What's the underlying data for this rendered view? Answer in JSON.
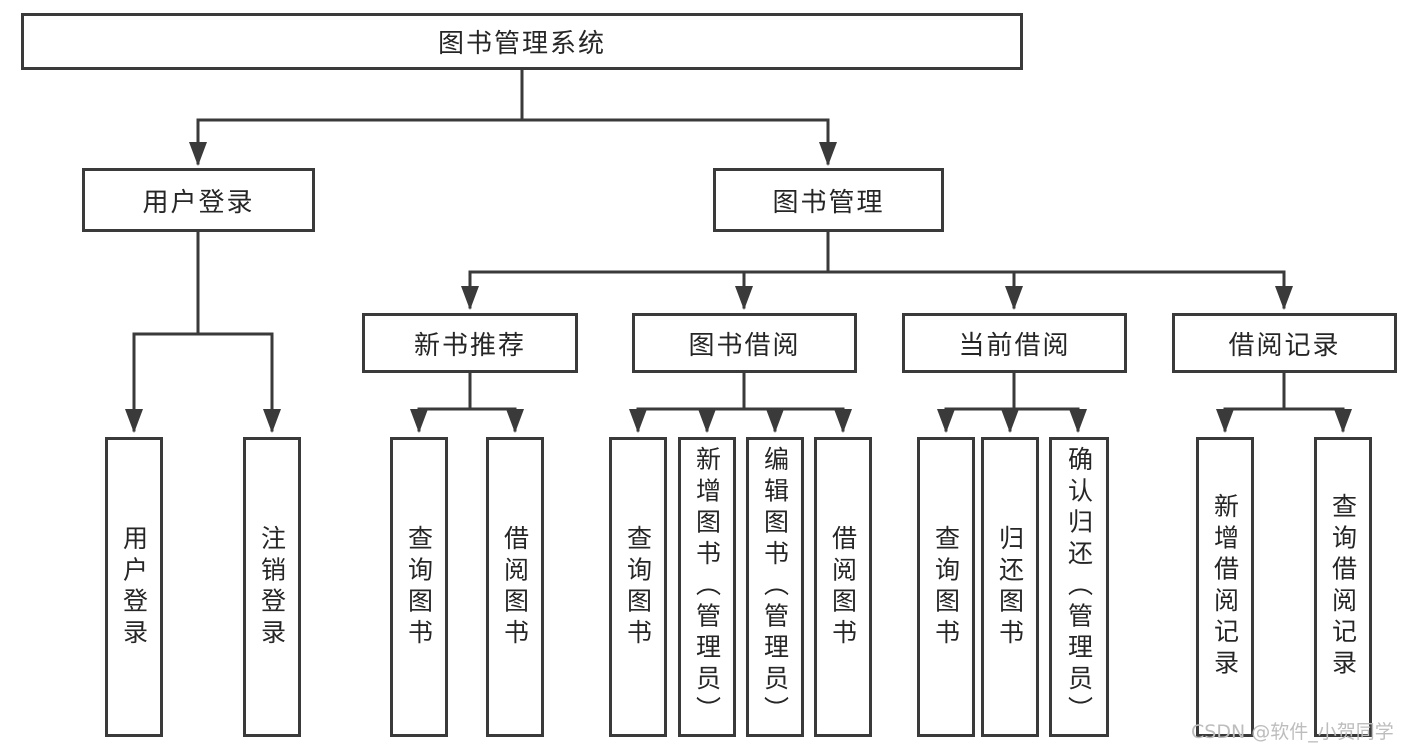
{
  "tree": {
    "root": {
      "label": "图书管理系统",
      "children": [
        {
          "label": "用户登录",
          "children": [
            {
              "label": "用户登录"
            },
            {
              "label": "注销登录"
            }
          ]
        },
        {
          "label": "图书管理",
          "children": [
            {
              "label": "新书推荐",
              "children": [
                {
                  "label": "查询图书"
                },
                {
                  "label": "借阅图书"
                }
              ]
            },
            {
              "label": "图书借阅",
              "children": [
                {
                  "label": "查询图书"
                },
                {
                  "label": "新增图书（管理员）"
                },
                {
                  "label": "编辑图书（管理员）"
                },
                {
                  "label": "借阅图书"
                }
              ]
            },
            {
              "label": "当前借阅",
              "children": [
                {
                  "label": "查询图书"
                },
                {
                  "label": "归还图书"
                },
                {
                  "label": "确认归还（管理员）"
                }
              ]
            },
            {
              "label": "借阅记录",
              "children": [
                {
                  "label": "新增借阅记录"
                },
                {
                  "label": "查询借阅记录"
                }
              ]
            }
          ]
        }
      ]
    }
  },
  "watermark": {
    "text": "CSDN @软件_小贺同学"
  },
  "colors": {
    "line": "#3a3a3a",
    "box_border": "#3a3a3a",
    "box_fill": "#ffffff",
    "text": "#262626",
    "watermark": "#bdbdbd",
    "background": "#ffffff"
  }
}
